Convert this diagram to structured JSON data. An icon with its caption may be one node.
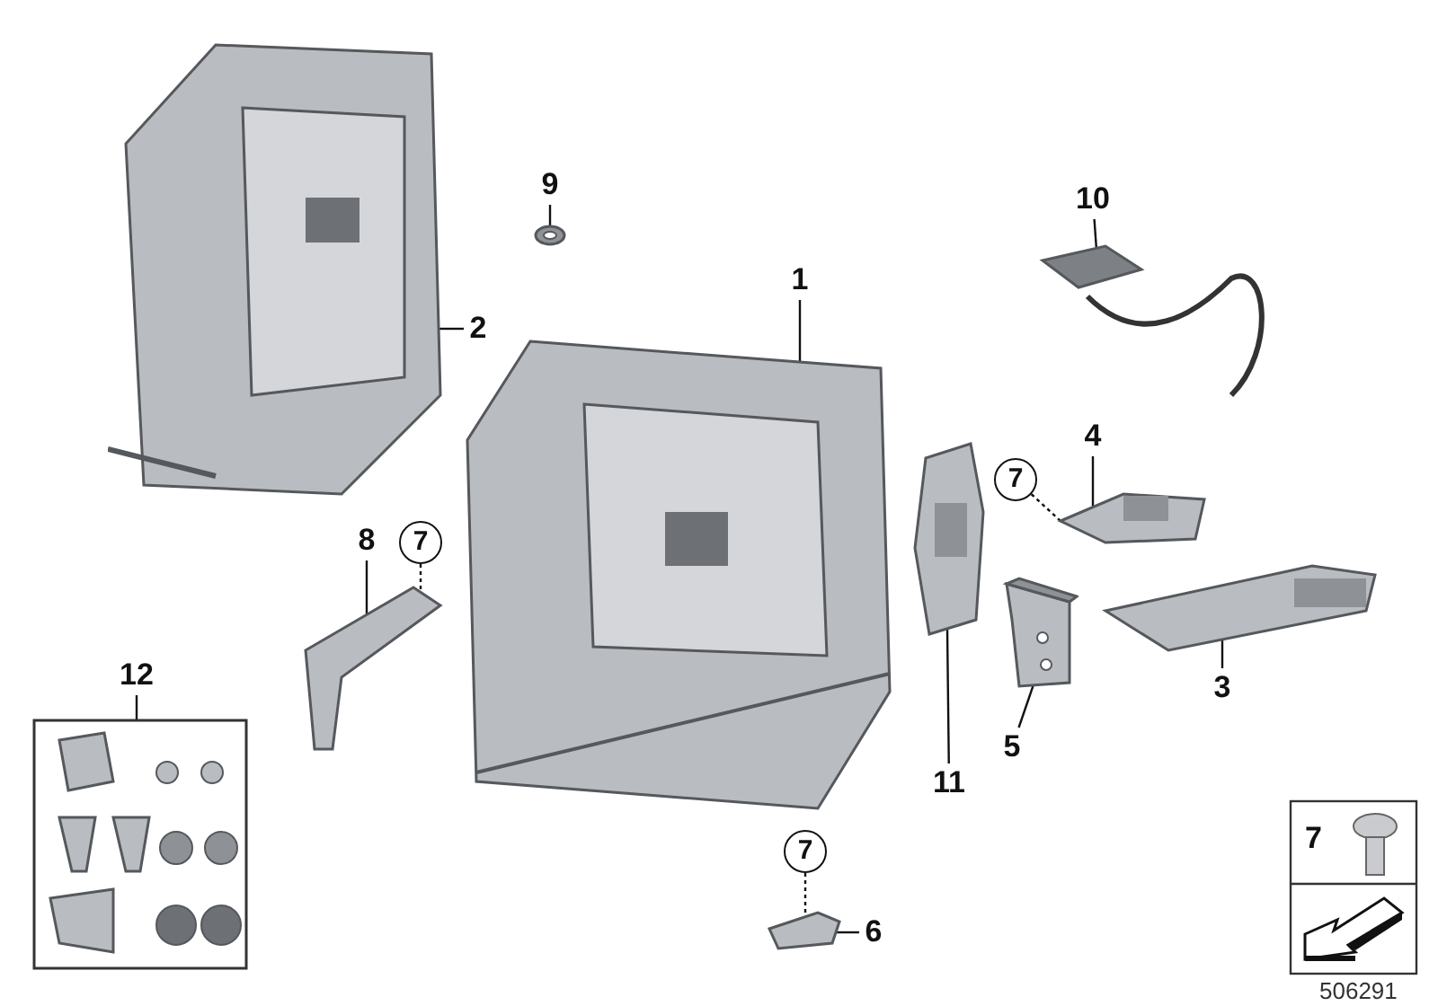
{
  "diagram": {
    "nodes": [
      {
        "text": [
          "1"
        ]
      },
      {
        "text": [],
        "shape": "picture"
      },
      {
        "text": [
          "2"
        ]
      },
      {
        "text": [],
        "shape": "picture"
      },
      {
        "text": [
          "3"
        ]
      },
      {
        "text": [],
        "shape": "picture"
      },
      {
        "text": [
          "4"
        ]
      },
      {
        "text": [],
        "shape": "picture"
      },
      {
        "text": [
          "5"
        ]
      },
      {
        "text": [],
        "shape": "picture"
      },
      {
        "text": [
          "6"
        ]
      },
      {
        "text": [],
        "shape": "picture"
      },
      {
        "text": [
          "7"
        ]
      },
      {
        "text": [
          "7"
        ]
      },
      {
        "text": [
          "7"
        ]
      },
      {
        "text": [
          "8"
        ]
      },
      {
        "text": [],
        "shape": "picture"
      },
      {
        "text": [
          "9"
        ]
      },
      {
        "text": [],
        "shape": "picture"
      },
      {
        "text": [
          "10"
        ]
      },
      {
        "text": [],
        "shape": "picture"
      },
      {
        "text": [
          "11"
        ]
      },
      {
        "text": [],
        "shape": "picture"
      },
      {
        "text": [
          "12"
        ]
      },
      {
        "text": [],
        "shape": "picture"
      }
    ],
    "edges": [
      {
        "from": 0,
        "to": 1,
        "arrow": "none"
      },
      {
        "from": 2,
        "to": 3,
        "arrow": "none"
      },
      {
        "from": 4,
        "to": 5,
        "arrow": "none"
      },
      {
        "from": 6,
        "to": 7,
        "arrow": "none"
      },
      {
        "from": 8,
        "to": 9,
        "arrow": "none"
      },
      {
        "from": 10,
        "to": 11,
        "arrow": "none"
      },
      {
        "from": 12,
        "to": 16,
        "arrow": "none",
        "style": "dashed"
      },
      {
        "from": 13,
        "to": 7,
        "arrow": "none",
        "style": "dashed"
      },
      {
        "from": 14,
        "to": 11,
        "arrow": "none",
        "style": "dashed"
      },
      {
        "from": 15,
        "to": 16,
        "arrow": "none"
      },
      {
        "from": 17,
        "to": 18,
        "arrow": "none"
      },
      {
        "from": 19,
        "to": 20,
        "arrow": "none"
      },
      {
        "from": 21,
        "to": 22,
        "arrow": "none"
      },
      {
        "from": 23,
        "to": 24,
        "arrow": "none"
      }
    ],
    "labels": [
      "7",
      "506291"
    ]
  }
}
